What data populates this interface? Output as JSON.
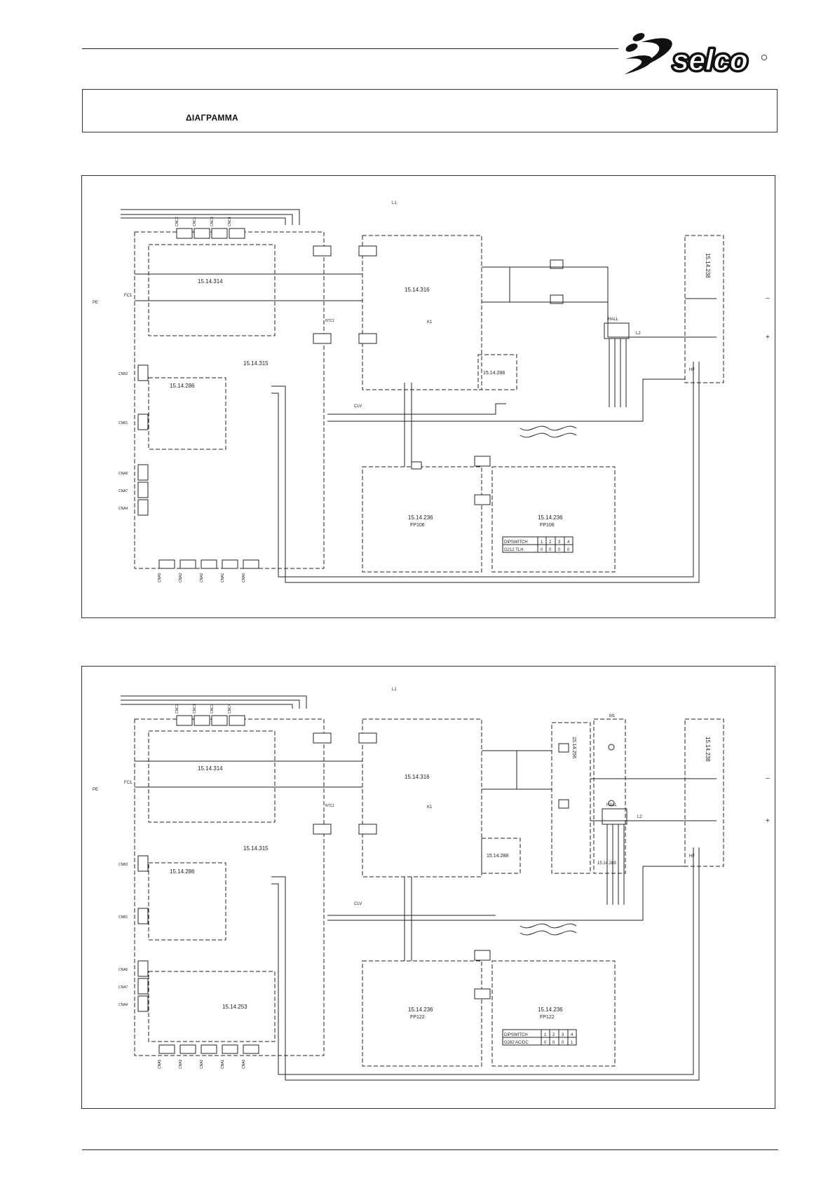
{
  "header": {
    "brand": "selco",
    "title": "ΔΙΑΓΡΑΜΜΑ"
  },
  "diagrams": [
    {
      "boards": {
        "b314": "15.14.314",
        "b316": "15.14.316",
        "b315": "15.14.315",
        "b286": "15.14.286",
        "b288": "15.14.288",
        "b236a": "15.14.236",
        "b236b": "15.14.236",
        "fp_a": "FP106",
        "fp_b": "FP106",
        "b238": "15.14.238"
      },
      "labels": {
        "hall": "HALL",
        "clv": "CLV",
        "ntc": "NTC1",
        "l1": "L1",
        "l2": "L2",
        "hf": "HF",
        "pe": "PE",
        "fc1": "FC1",
        "k1": "K1",
        "plus": "+",
        "minus": "−"
      },
      "connectors_top": [
        "CNC2",
        "CNC1",
        "CNC3",
        "CNC4"
      ],
      "connectors_bottom": [
        "CNA5",
        "CNA3",
        "CNA2",
        "CNA1",
        "CNA0"
      ],
      "connectors_left": [
        "CNB2",
        "CNB1",
        "CNA6",
        "CNA7",
        "CNA4"
      ],
      "dipswitch": {
        "header": [
          "DIPSWITCH",
          "1",
          "2",
          "3",
          "4"
        ],
        "row": [
          "G212 TLH",
          "0",
          "0",
          "0",
          "0"
        ]
      }
    },
    {
      "boards": {
        "b314": "15.14.314",
        "b316": "15.14.316",
        "b315": "15.14.315",
        "b286": "15.14.286",
        "b288": "15.14.288",
        "b236a": "15.14.236",
        "b236b": "15.14.236",
        "fp_a": "FP122",
        "fp_b": "FP122",
        "b238": "15.14.238",
        "b253": "15.14.253",
        "b256": "15.14.256",
        "b289": "15.14.289"
      },
      "labels": {
        "hall": "HALL",
        "clv": "CLV",
        "ntc": "NTC1",
        "l1": "L1",
        "l2": "L2",
        "hf": "HF",
        "pe": "PE",
        "fc1": "FC1",
        "k1": "K1",
        "m1": "M1",
        "plus": "+",
        "minus": "−"
      },
      "connectors_top": [
        "CNC2",
        "CNC1",
        "CNC3",
        "CNC4"
      ],
      "connectors_bottom": [
        "CNA5",
        "CNA3",
        "CNA2",
        "CNA1",
        "CNA0"
      ],
      "connectors_left": [
        "CNB2",
        "CNB1",
        "CNA6",
        "CNA7",
        "CNA4"
      ],
      "dipswitch": {
        "header": [
          "DIPSWITCH",
          "1",
          "2",
          "3",
          "4"
        ],
        "row": [
          "G282 AC/DC",
          "0",
          "0",
          "0",
          "1"
        ]
      }
    }
  ]
}
